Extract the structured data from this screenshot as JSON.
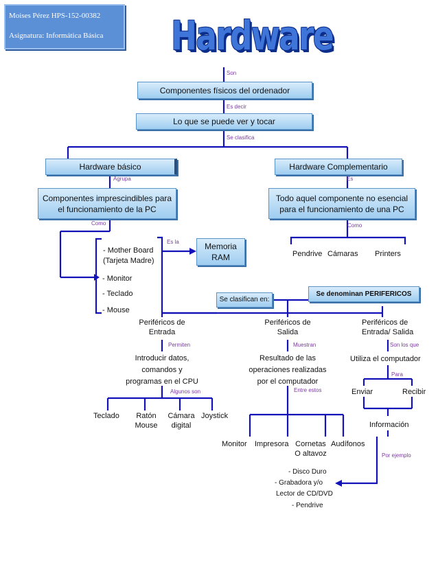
{
  "header": {
    "author": "Moises Pérez HPS-152-00382",
    "subject": "Asignatura: Informática  Básica"
  },
  "title": "Hardware",
  "connectors": {
    "son": "Son",
    "es_decir": "Es decir",
    "se_clasifica": "Se clasifica",
    "agrupa": "Agrupa",
    "es": "Es",
    "como_left": "Como",
    "como_right": "Como",
    "es_la": "Es la",
    "permiten": "Permiten",
    "muestran": "Muestran",
    "son_los_que": "Son los que",
    "para": "Para",
    "algunos_son": "Algunos son",
    "entre_estos": "Entre estos",
    "por_ejemplo": "Por ejemplo"
  },
  "nodes": {
    "componentes": "Componentes  físicos del ordenador",
    "lo_que": "Lo que se puede  ver y tocar",
    "basico": "Hardware básico",
    "complementario": "Hardware Complementario",
    "imprescindibles_l1": "Componentes  imprescindibles para",
    "imprescindibles_l2": "el funcionamiento  de la PC",
    "no_esencial_l1": "Todo aquel componente  no esencial",
    "no_esencial_l2": "para el funcionamiento de una PC",
    "memoria_l1": "Memoria",
    "memoria_l2": "RAM",
    "se_clasifican": "Se clasifican en:",
    "perifericos": "Se denominan PERIFERICOS"
  },
  "basic_items": {
    "mother_l1": "- Mother Board",
    "mother_l2": "(Tarjeta Madre)",
    "monitor": "- Monitor",
    "teclado": "- Teclado",
    "mouse": "- Mouse"
  },
  "complement_items": {
    "pendrive": "Pendrive",
    "camaras": "Cámaras",
    "printers": "Printers"
  },
  "categories": {
    "entrada_l1": "Periféricos de",
    "entrada_l2": "Entrada",
    "salida_l1": "Periféricos de",
    "salida_l2": "Salida",
    "es_l1": "Periféricos de",
    "es_l2": "Entrada/ Salida"
  },
  "descriptions": {
    "entrada_l1": "Introducir  datos,",
    "entrada_l2": "comandos  y",
    "entrada_l3": "programas  en el CPU",
    "salida_l1": "Resultado de las",
    "salida_l2": "operaciones realizadas",
    "salida_l3": "por el computador",
    "es": "Utiliza el computador"
  },
  "input_devices": {
    "teclado": "Teclado",
    "raton_l1": "Ratón",
    "raton_l2": "Mouse",
    "camara_l1": "Cámara",
    "camara_l2": "digital",
    "joystick": "Joystick"
  },
  "output_devices": {
    "monitor": "Monitor",
    "impresora": "Impresora",
    "cornetas_l1": "Cornetas",
    "cornetas_l2": "O altavoz",
    "audifonos": "Audífonos"
  },
  "io": {
    "enviar": "Enviar",
    "recibir": "Recibir",
    "informacion": "Información"
  },
  "examples": {
    "disco": "-     Disco Duro",
    "grabadora": "-     Grabadora y/o",
    "lector": "Lector de CD/DVD",
    "pendrive": "-     Pendrive"
  }
}
